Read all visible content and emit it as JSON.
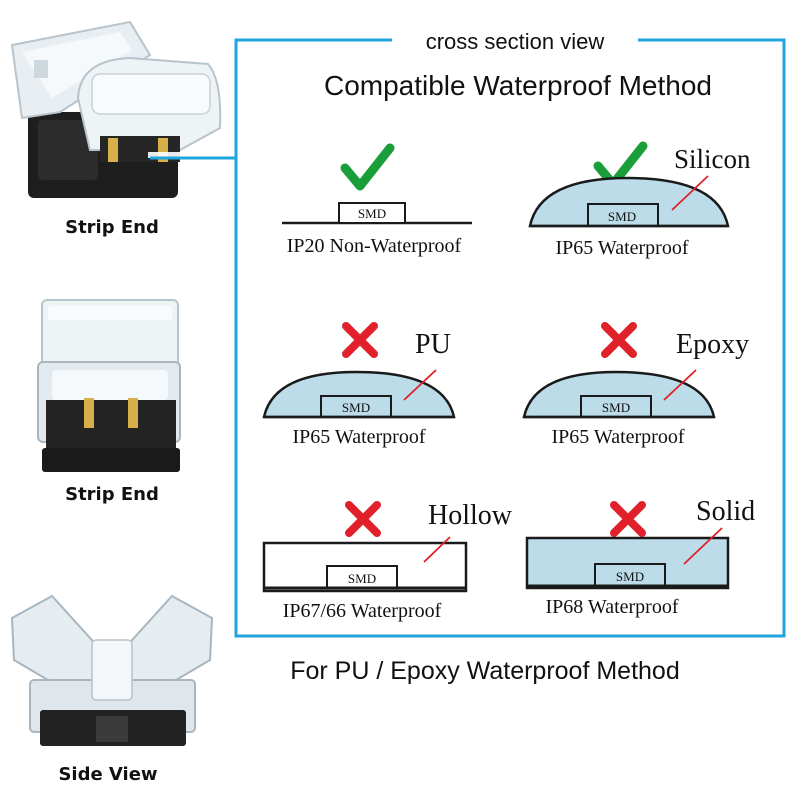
{
  "colors": {
    "frame": "#1fa6e0",
    "check": "#1a9e3a",
    "cross": "#e0202a",
    "fill": "#bcdcea",
    "ink": "#1a1a1a",
    "leader": "#e0202a"
  },
  "frame": {
    "title": "cross section view",
    "heading": "Compatible Waterproof Method"
  },
  "footer": "For PU / Epoxy Waterproof Method",
  "photos": [
    {
      "label": "Strip End"
    },
    {
      "label": "Strip End"
    },
    {
      "label": "Side View"
    }
  ],
  "methods": [
    {
      "caption": "IP20 Non-Waterproof",
      "material": "",
      "chip": "SMD",
      "status": "check",
      "status_icon": "check-icon"
    },
    {
      "caption": "IP65 Waterproof",
      "material": "Silicon",
      "chip": "SMD",
      "status": "check",
      "status_icon": "check-icon"
    },
    {
      "caption": "IP65 Waterproof",
      "material": "PU",
      "chip": "SMD",
      "status": "cross",
      "status_icon": "cross-icon"
    },
    {
      "caption": "IP65 Waterproof",
      "material": "Epoxy",
      "chip": "SMD",
      "status": "cross",
      "status_icon": "cross-icon"
    },
    {
      "caption": "IP67/66 Waterproof",
      "material": "Hollow",
      "chip": "SMD",
      "status": "cross",
      "status_icon": "cross-icon"
    },
    {
      "caption": "IP68 Waterproof",
      "material": "Solid",
      "chip": "SMD",
      "status": "cross",
      "status_icon": "cross-icon"
    }
  ]
}
